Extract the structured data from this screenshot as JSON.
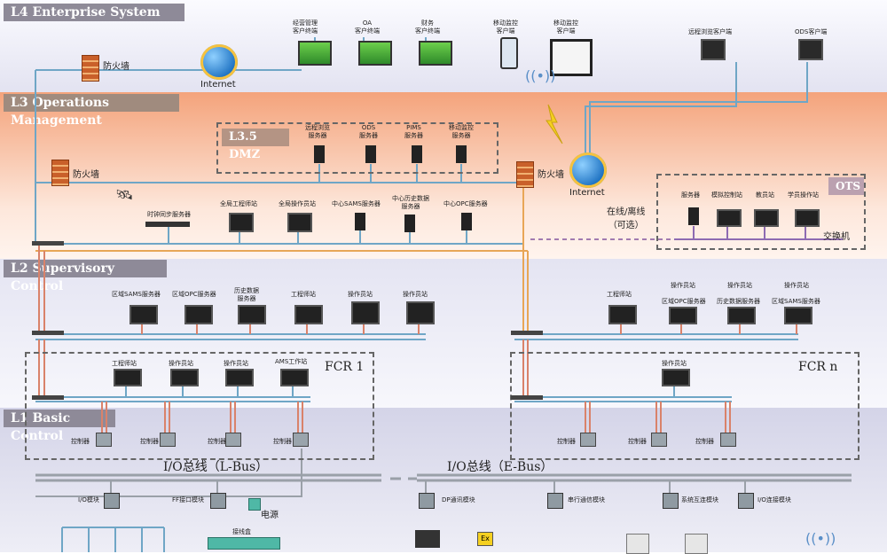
{
  "levels": {
    "l4": "L4 Enterprise System",
    "l3": "L3 Operations Management",
    "l2": "L2 Supervisory Control",
    "l1": "L1 Basic Control"
  },
  "dmz": {
    "title": "L3.5 DMZ",
    "servers": [
      "远程浏览\n服务器",
      "ODS\n服务器",
      "PIMS\n服务器",
      "移动监控\n服务器"
    ]
  },
  "l4_nodes": {
    "firewall": "防火墙",
    "internet": "Internet",
    "clients": [
      "经营管理\n客户终端",
      "OA\n客户终端",
      "财务\n客户终端"
    ],
    "mobile": [
      "移动监控\n客户端",
      "移动监控\n客户端"
    ],
    "remote": [
      "远程浏览客户端",
      "ODS客户端"
    ]
  },
  "l3_nodes": {
    "firewall": "防火墙",
    "internet": "Internet",
    "time_server": "时钟同步服务器",
    "stations": [
      "全局工程师站",
      "全局操作员站",
      "中心SAMS服务器",
      "中心历史数据\n服务器",
      "中心OPC服务器"
    ],
    "online_offline": "在线/离线\n（可选）"
  },
  "ots": {
    "title": "OTS",
    "items": [
      "服务器",
      "模拟控制站",
      "教员站",
      "学员操作站"
    ],
    "switch": "交换机"
  },
  "l2_nodes": {
    "left": [
      "区域SAMS服务器",
      "区域OPC服务器",
      "历史数据\n服务器",
      "工程师站",
      "操作员站",
      "操作员站"
    ],
    "right_eng": "工程师站",
    "right": [
      [
        "操作员站",
        "区域OPC服务器"
      ],
      [
        "操作员站",
        "历史数据服务器"
      ],
      [
        "操作员站",
        "区域SAMS服务器"
      ]
    ]
  },
  "fcr": {
    "fcr1": "FCR 1",
    "fcrn": "FCR n",
    "fcr1_stations": [
      "工程师站",
      "操作员站",
      "操作员站",
      "AMS工作站"
    ],
    "fcrn_station": "操作员站"
  },
  "controllers": {
    "label": "控制器"
  },
  "bus": {
    "left": "I/O总线（L-Bus）",
    "right": "I/O总线（E-Bus）"
  },
  "io": {
    "items": [
      "I/O模块",
      "FF接口模块",
      "DP通讯模块",
      "串行通信模块",
      "系统互连模块",
      "I/O连接模块"
    ],
    "power": "电源",
    "terminal": "接线盒"
  },
  "colors": {
    "l4_band": "#e9e8f4",
    "l3_band_top": "#f3a37c",
    "l3_band_bottom": "#fde6da",
    "l2_band": "#ffffff",
    "l1_band": "#dcdcec",
    "title_bg": "#8c8898",
    "red_wire": "#d9826a",
    "blue_wire": "#6fa6c6",
    "orange_wire": "#e8a657"
  }
}
